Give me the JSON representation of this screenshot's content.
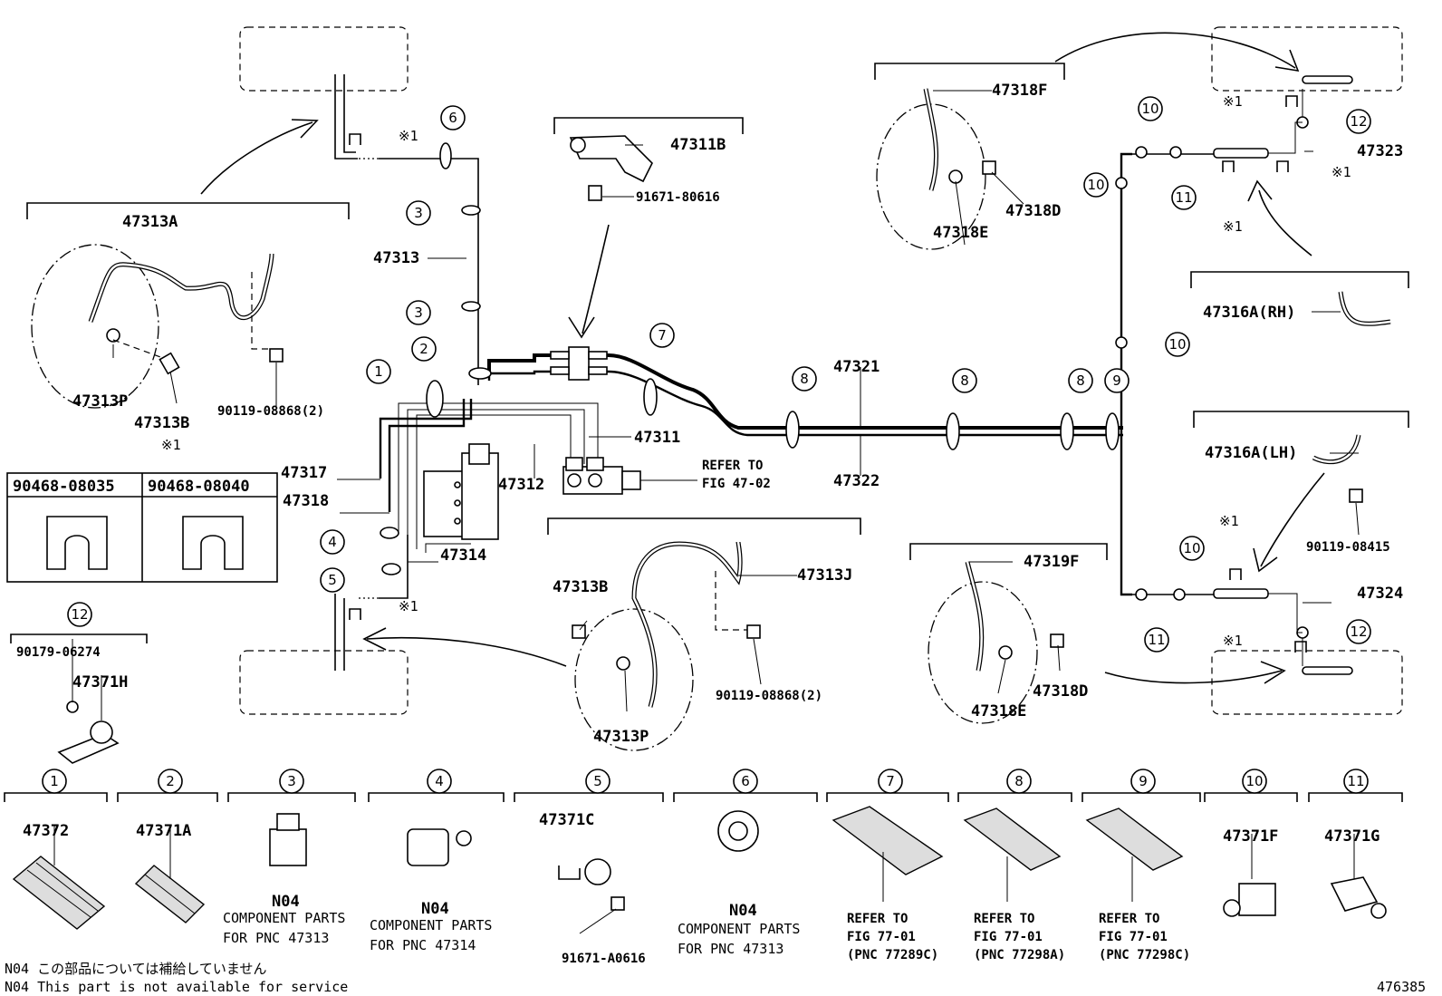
{
  "callouts": {
    "c1": "1",
    "c2": "2",
    "c3": "3",
    "c4": "4",
    "c5": "5",
    "c6": "6",
    "c7": "7",
    "c8": "8",
    "c9": "9",
    "c10": "10",
    "c11": "11",
    "c12": "12"
  },
  "parts": {
    "p47313A": "47313A",
    "p47313P": "47313P",
    "p47313B": "47313B",
    "p90119_08868": "90119-08868(2)",
    "p47313": "47313",
    "p47311B": "47311B",
    "p91671_80616": "91671-80616",
    "p47311": "47311",
    "p47312": "47312",
    "p47317": "47317",
    "p47318": "47318",
    "p47314": "47314",
    "p47321": "47321",
    "p47322": "47322",
    "p47318F": "47318F",
    "p47318D": "47318D",
    "p47318E": "47318E",
    "p47323": "47323",
    "p47316A_RH": "47316A(RH)",
    "p47316A_LH": "47316A(LH)",
    "p90119_08415": "90119-08415",
    "p47324": "47324",
    "p47319F": "47319F",
    "p47313J": "47313J",
    "p90179_06274": "90179-06274",
    "p47371H": "47371H",
    "p90468_08035": "90468-08035",
    "p90468_08040": "90468-08040",
    "p47372": "47372",
    "p47371A": "47371A",
    "p47371C": "47371C",
    "p91671_A0616": "91671-A0616",
    "p47371F": "47371F",
    "p47371G": "47371G"
  },
  "notes": {
    "refer_line1": "REFER TO",
    "refer_line2": "FIG 47-02",
    "mark": "※1",
    "n04": "N04",
    "comp_parts": "COMPONENT PARTS",
    "for_pnc_47313": "FOR PNC 47313",
    "for_pnc_47314": "FOR PNC 47314",
    "refer_to": "REFER TO",
    "fig_77_01": "FIG 77-01",
    "pnc_77289C": "(PNC 77289C)",
    "pnc_77298A": "(PNC 77298A)",
    "pnc_77298C": "(PNC 77298C)",
    "footnote_jp": "N04 この部品については補給していません",
    "footnote_en": "N04 This part is not available for service",
    "fig_id": "476385"
  }
}
